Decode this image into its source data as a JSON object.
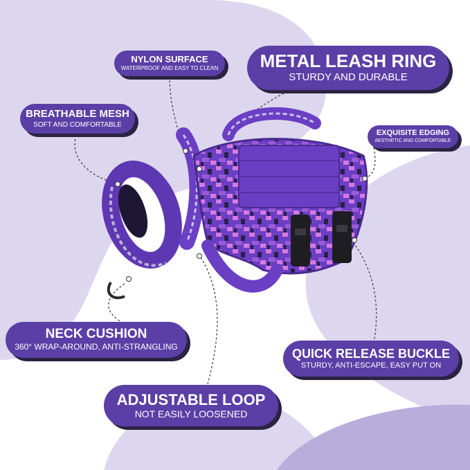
{
  "colors": {
    "page_background": "#ffffff",
    "lavender_blob": "#dcd7ee",
    "lavender_blob_dark": "#c5bde2",
    "label_fill": "#5b3fa6",
    "label_shadow": "#2c2342",
    "label_text": "#ffffff",
    "harness_purple": "#6a3fc4",
    "camo_pink": "#d67ae0",
    "camo_dark": "#2a1f4a"
  },
  "callouts": {
    "metal_leash_ring": {
      "title": "METAL LEASH RING",
      "subtitle": "STURDY AND DURABLE"
    },
    "nylon_surface": {
      "title": "NYLON SURFACE",
      "subtitle": "WATERPROOF AND EASY TO CLEAN"
    },
    "breathable_mesh": {
      "title": "BREATHABLE MESH",
      "subtitle": "SOFT AND COMFORTABLE"
    },
    "exquisite_edging": {
      "title": "EXQUISITE EDGING",
      "subtitle": "AESTHETIC AND COMFORTABLE"
    },
    "neck_cushion": {
      "title": "NECK CUSHION",
      "subtitle": "360° WRAP-AROUND, ANTI-STRANGLING"
    },
    "quick_release_buckle": {
      "title": "QUICK RELEASE BUCKLE",
      "subtitle": "STURDY, ANTI-ESCAPE, EASY PUT ON"
    },
    "adjustable_loop": {
      "title": "ADJUSTABLE LOOP",
      "subtitle": "NOT EASILY LOOSENED"
    }
  }
}
